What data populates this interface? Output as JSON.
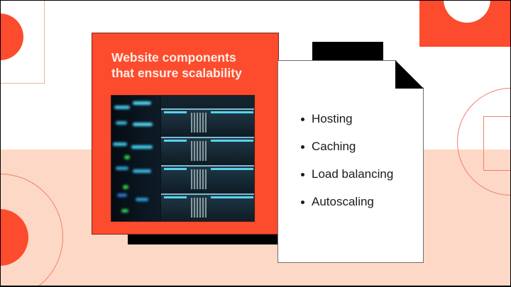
{
  "slide": {
    "colors": {
      "accent": "#fd4b2d",
      "peach_band": "#fdd8c6",
      "outline": "#ef7f6c",
      "shadow": "#000000",
      "background": "#ffffff"
    },
    "card": {
      "title_line1": "Website components",
      "title_line2": "that ensure scalability",
      "image_alt": "server-rack-photo"
    },
    "document": {
      "items": [
        {
          "label": "Hosting"
        },
        {
          "label": "Caching"
        },
        {
          "label": "Load balancing"
        },
        {
          "label": "Autoscaling"
        }
      ]
    }
  }
}
